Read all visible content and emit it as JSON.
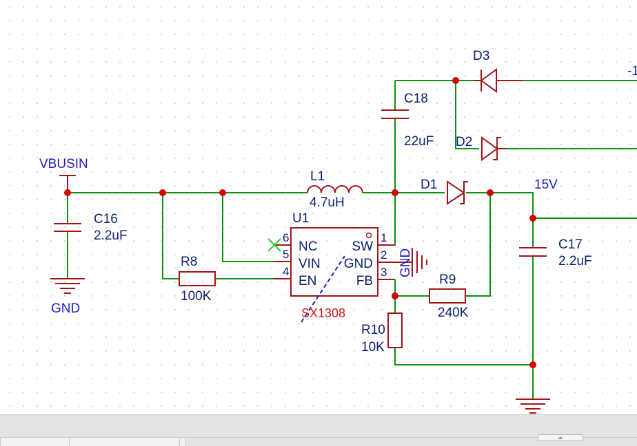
{
  "labels": {
    "vbusin": "VBUSIN",
    "gnd": "GND",
    "net_15v": "15V",
    "offpage": "-1"
  },
  "components": {
    "c16": {
      "ref": "C16",
      "value": "2.2uF"
    },
    "r8": {
      "ref": "R8",
      "value": "100K"
    },
    "l1": {
      "ref": "L1",
      "value": "4.7uH"
    },
    "u1": {
      "ref": "U1",
      "part": "SX1308",
      "pins_left": [
        {
          "num": "6",
          "name": "NC"
        },
        {
          "num": "5",
          "name": "VIN"
        },
        {
          "num": "4",
          "name": "EN"
        }
      ],
      "pins_right": [
        {
          "num": "1",
          "name": "SW"
        },
        {
          "num": "2",
          "name": "GND"
        },
        {
          "num": "3",
          "name": "FB"
        }
      ]
    },
    "c18": {
      "ref": "C18",
      "value": "22uF"
    },
    "d1": {
      "ref": "D1"
    },
    "d2": {
      "ref": "D2"
    },
    "d3": {
      "ref": "D3"
    },
    "r9": {
      "ref": "R9",
      "value": "240K"
    },
    "r10": {
      "ref": "R10",
      "value": "10K"
    },
    "c17": {
      "ref": "C17",
      "value": "2.2uF"
    }
  },
  "colors": {
    "wire": "#109010",
    "component": "#a0151a",
    "junction": "#d80000",
    "net_label": "#1c1cc8",
    "designator": "#0c1f6e",
    "part_name": "#d81818"
  }
}
